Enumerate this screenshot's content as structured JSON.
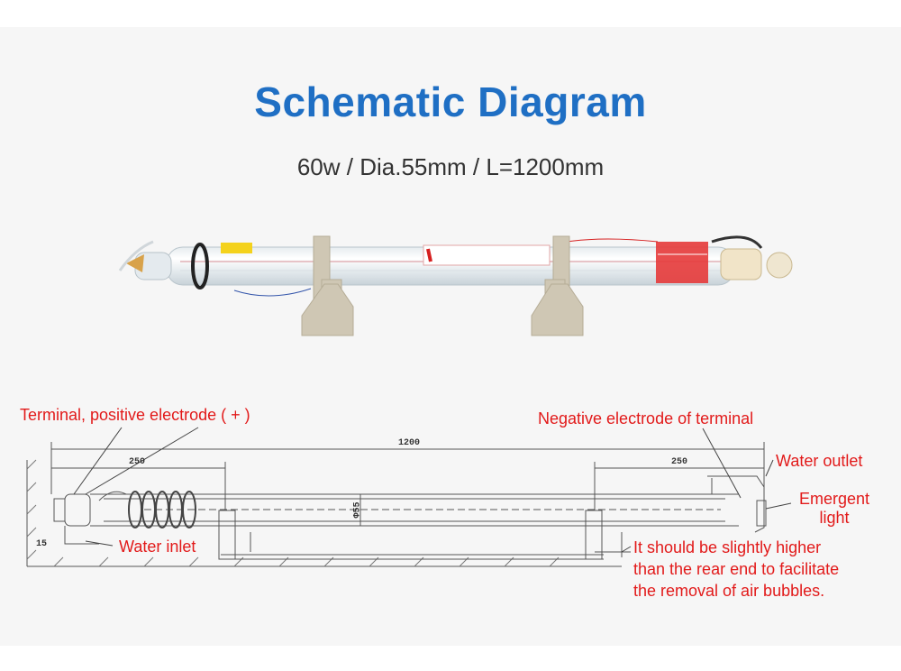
{
  "title": "Schematic Diagram",
  "subtitle": "60w / Dia.55mm / L=1200mm",
  "annotations": {
    "positive_electrode": "Terminal, positive electrode ( + )",
    "negative_electrode": "Negative electrode of terminal",
    "water_outlet": "Water outlet",
    "emergent_light_1": "Emergent",
    "emergent_light_2": "light",
    "water_inlet": "Water inlet",
    "slope_note_1": "It should be slightly higher",
    "slope_note_2": "than the rear end to facilitate",
    "slope_note_3": "the removal of air bubbles."
  },
  "dimensions": {
    "total_length": "1200",
    "left_segment": "250",
    "right_segment": "250",
    "diameter": "Φ55",
    "offset": "15"
  },
  "colors": {
    "title": "#1f6fc4",
    "annotation": "#e21a1a",
    "bracket": "#cfc7b4"
  }
}
